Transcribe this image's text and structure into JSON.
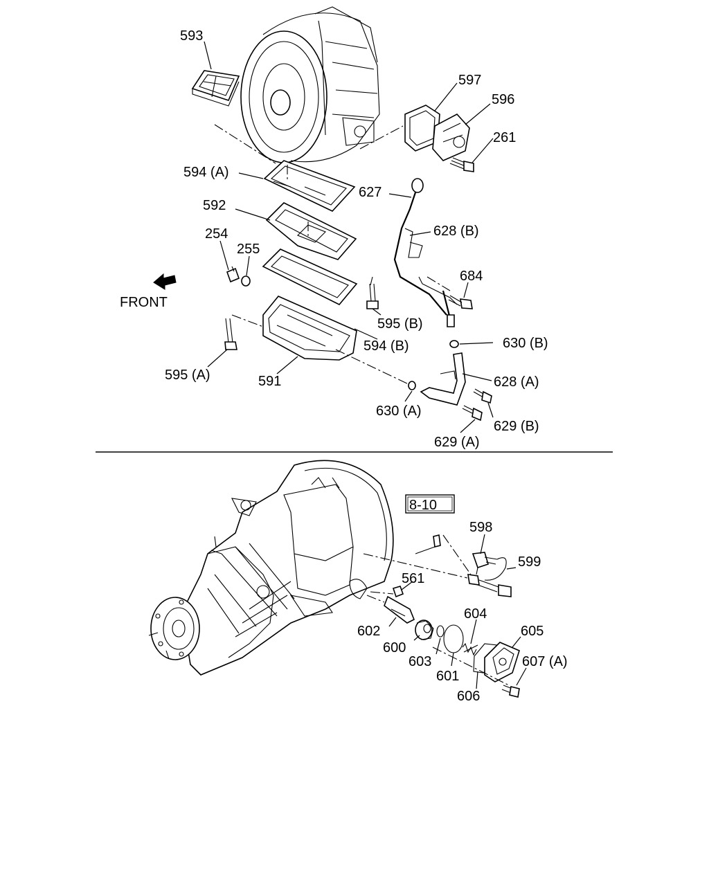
{
  "top_section": {
    "front_label": "FRONT",
    "callouts": {
      "p593": "593",
      "p597": "597",
      "p596": "596",
      "p261": "261",
      "p594a": "594 (A)",
      "p627": "627",
      "p592": "592",
      "p628b": "628 (B)",
      "p254": "254",
      "p255": "255",
      "p684": "684",
      "p595b": "595 (B)",
      "p630b": "630 (B)",
      "p594b": "594 (B)",
      "p628a": "628 (A)",
      "p595a": "595 (A)",
      "p591": "591",
      "p630a": "630 (A)",
      "p629b": "629 (B)",
      "p629a": "629 (A)"
    }
  },
  "bottom_section": {
    "reference_box": "8-10",
    "callouts": {
      "p598": "598",
      "p599": "599",
      "p561": "561",
      "p604": "604",
      "p605": "605",
      "p602": "602",
      "p600": "600",
      "p607a": "607 (A)",
      "p603": "603",
      "p601": "601",
      "p606": "606"
    }
  }
}
